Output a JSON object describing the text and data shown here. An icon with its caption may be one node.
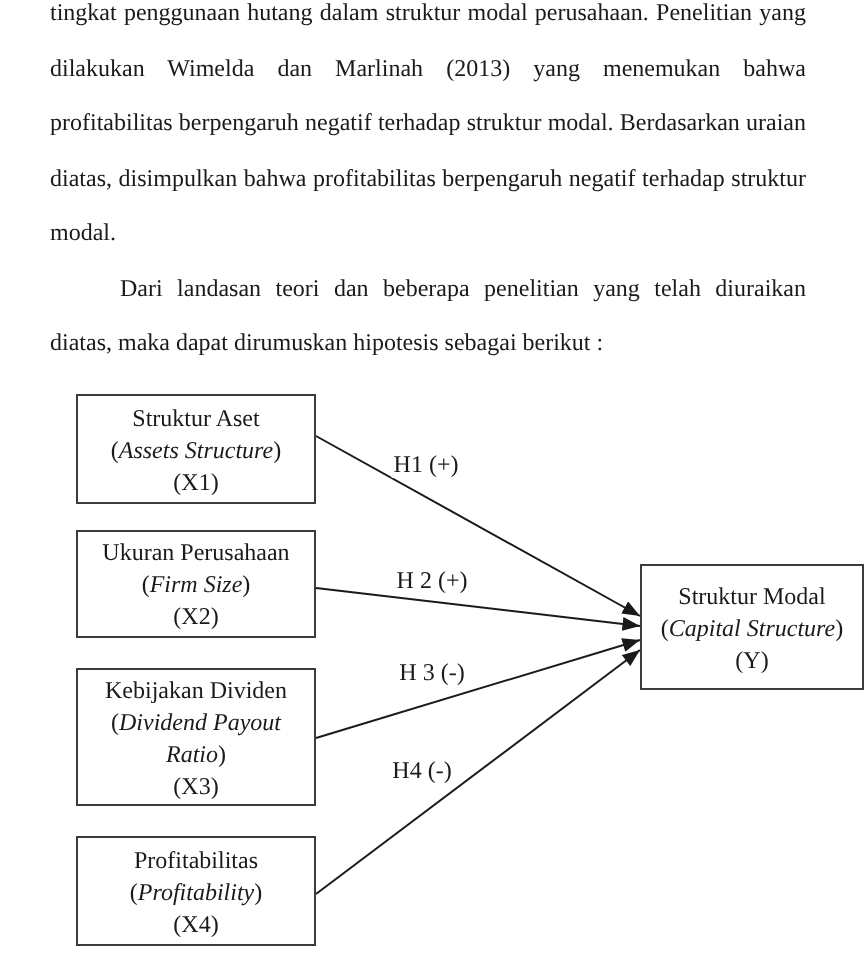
{
  "diagram": {
    "nodes": [
      {
        "text": [
          "Struktur Aset",
          "(*Assets Structure*)",
          "(X1)"
        ]
      },
      {
        "text": [
          "Ukuran Perusahaan",
          "(*Firm Size*)",
          "(X2)"
        ]
      },
      {
        "text": [
          "Kebijakan Dividen",
          "(*Dividend Payout Ratio*)",
          "(X3)"
        ]
      },
      {
        "text": [
          "Profitabilitas",
          "(*Profitability*)",
          "(X4)"
        ]
      },
      {
        "text": [
          "Struktur Modal",
          "(*Capital Structure*)",
          "(Y)"
        ]
      }
    ],
    "edges": [
      {
        "from": 0,
        "to": 4,
        "arrow": "to",
        "label": "H1 (+)"
      },
      {
        "from": 1,
        "to": 4,
        "arrow": "to",
        "label": "H 2 (+)"
      },
      {
        "from": 2,
        "to": 4,
        "arrow": "to",
        "label": "H 3 (-)"
      },
      {
        "from": 3,
        "to": 4,
        "arrow": "to",
        "label": "H4 (-)"
      }
    ],
    "labels": [
      "tingkat penggunaan hutang dalam struktur modal perusahaan. Penelitian yang dilakukan Wimelda dan Marlinah (2013) yang menemukan bahwa profitabilitas berpengaruh negatif terhadap struktur modal. Berdasarkan uraian diatas, disimpulkan bahwa profitabilitas berpengaruh negatif terhadap struktur modal.",
      "Dari landasan teori dan beberapa penelitian yang telah diuraikan diatas, maka dapat dirumuskan hipotesis sebagai berikut :"
    ]
  }
}
